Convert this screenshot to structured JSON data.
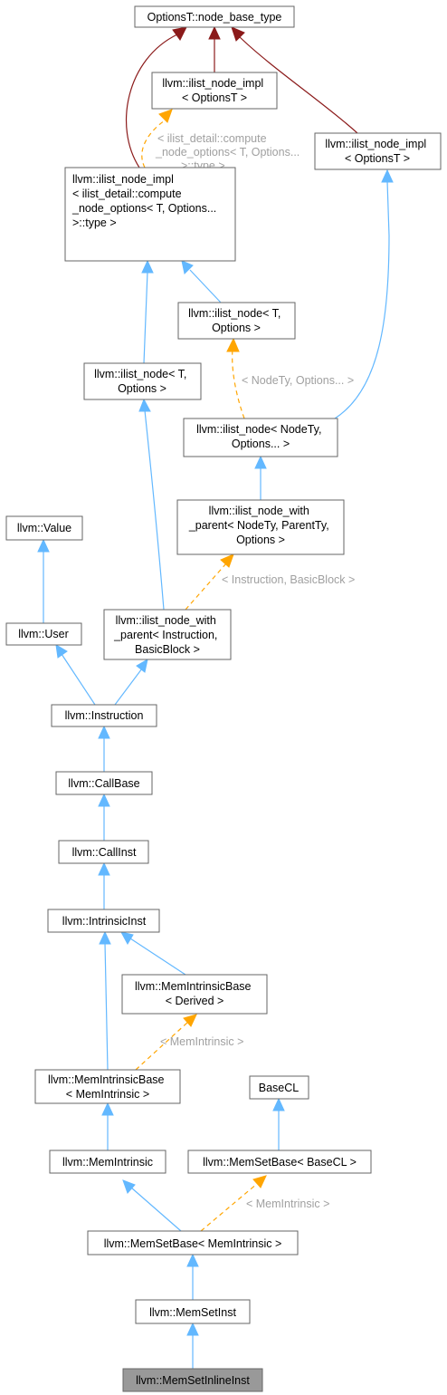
{
  "nodes": {
    "options_base": [
      "OptionsT::node_base_type"
    ],
    "ilist_node_impl_a": [
      "llvm::ilist_node_impl",
      "< OptionsT >"
    ],
    "ilist_node_impl_b": [
      "llvm::ilist_node_impl",
      "< OptionsT >"
    ],
    "ilist_node_impl_c": [
      "llvm::ilist_node_impl",
      "< ilist_detail::compute",
      "_node_options< T, Options...",
      ">::type >"
    ],
    "ilist_node_t": [
      "llvm::ilist_node< T,",
      "Options >"
    ],
    "ilist_node_t2": [
      "llvm::ilist_node< T,",
      "Options >"
    ],
    "ilist_node_nodety": [
      "llvm::ilist_node< NodeTy,",
      "Options... >"
    ],
    "ilist_node_with_parent_tmpl": [
      "llvm::ilist_node_with",
      "_parent< NodeTy, ParentTy,",
      "Options >"
    ],
    "value": [
      "llvm::Value"
    ],
    "user": [
      "llvm::User"
    ],
    "ilist_node_with_parent_inst": [
      "llvm::ilist_node_with",
      "_parent< Instruction,",
      "BasicBlock >"
    ],
    "instruction": [
      "llvm::Instruction"
    ],
    "callbase": [
      "llvm::CallBase"
    ],
    "callinst": [
      "llvm::CallInst"
    ],
    "intrinsicinst": [
      "llvm::IntrinsicInst"
    ],
    "memintrinsicbase_derived": [
      "llvm::MemIntrinsicBase",
      "< Derived >"
    ],
    "memintrinsicbase_mi": [
      "llvm::MemIntrinsicBase",
      "< MemIntrinsic >"
    ],
    "basecl": [
      "BaseCL"
    ],
    "memintrinsic": [
      "llvm::MemIntrinsic"
    ],
    "memsetbase_basecl": [
      "llvm::MemSetBase< BaseCL >"
    ],
    "memsetbase_mi": [
      "llvm::MemSetBase< MemIntrinsic >"
    ],
    "memsetinst": [
      "llvm::MemSetInst"
    ],
    "memsetinlineinst": [
      "llvm::MemSetInlineInst"
    ]
  },
  "edge_labels": {
    "compute_options": [
      "< ilist_detail::compute",
      "_node_options< T, Options...",
      ">::type >"
    ],
    "nodety_options": [
      "< NodeTy, Options... >"
    ],
    "instruction_basicblock": [
      "< Instruction, BasicBlock >"
    ],
    "memintrinsic_1": [
      "< MemIntrinsic >"
    ],
    "memintrinsic_2": [
      "< MemIntrinsic >"
    ]
  },
  "colors": {
    "inherit_edge": "#63b8ff",
    "template_edge": "#ffa500",
    "private_edge": "#8b1a1a",
    "current_node_fill": "#999999"
  }
}
